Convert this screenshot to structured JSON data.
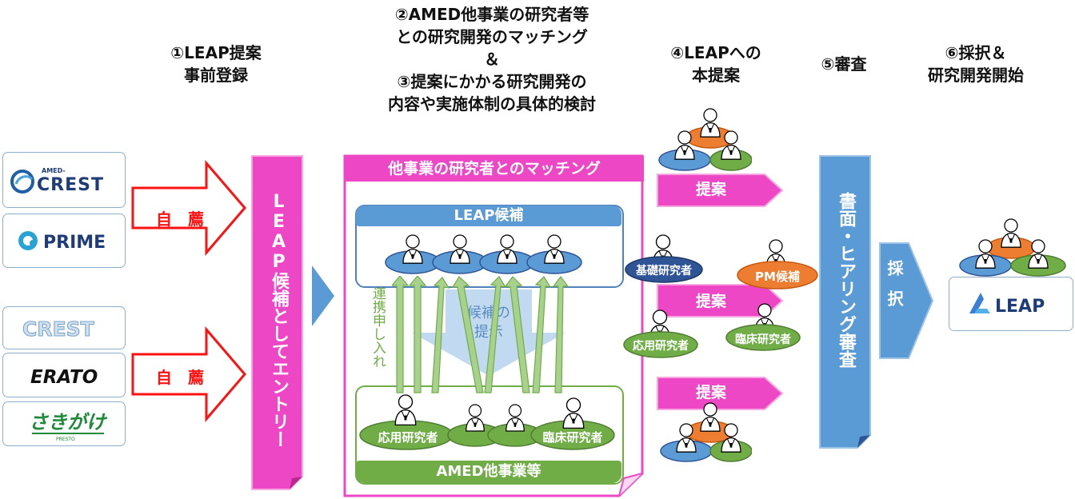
{
  "steps": {
    "s1": [
      "①LEAP提案",
      "事前登録"
    ],
    "s2": [
      "②AMED他事業の研究者等",
      "との研究開発のマッチング",
      "＆",
      "③提案にかかる研究開発の",
      "内容や実施体制の具体的検討"
    ],
    "s4": [
      "④LEAPへの",
      "本提案"
    ],
    "s5": [
      "⑤審査"
    ],
    "s6": [
      "⑥採択＆",
      "研究開発開始"
    ]
  },
  "logos": {
    "amed_crest_small": "AMED-",
    "amed_crest": "CREST",
    "prime": "PRIME",
    "crest": "CREST",
    "erato": "ERATO",
    "sakigake": "さきがけ",
    "presto": "PRESTO",
    "leap": "LEAP"
  },
  "self_recommend": "自　薦",
  "entry_label": "LEAP候補としてエントリー",
  "matching": {
    "title": "他事業の研究者とのマッチング",
    "leap_candidates": "LEAP候補",
    "apply": "連携申し入れ",
    "present": [
      "候補の",
      "提示"
    ],
    "amed_other": "AMED他事業等",
    "applied": "応用研究者",
    "clinical": "臨床研究者"
  },
  "proposal": {
    "label": "提案",
    "basic": "基礎研究者",
    "pm": "PM候補",
    "applied": "応用研究者",
    "clinical": "臨床研究者"
  },
  "review_label": "書面・ヒアリング審査",
  "adopt_label": "採択",
  "colors": {
    "magenta": "#ee47c6",
    "pink_fill": "#ffe0f6",
    "blue": "#5b9bd5",
    "dark_blue": "#2f5597",
    "green": "#70ad47",
    "orange": "#ed7d31",
    "red": "#ff1111"
  }
}
